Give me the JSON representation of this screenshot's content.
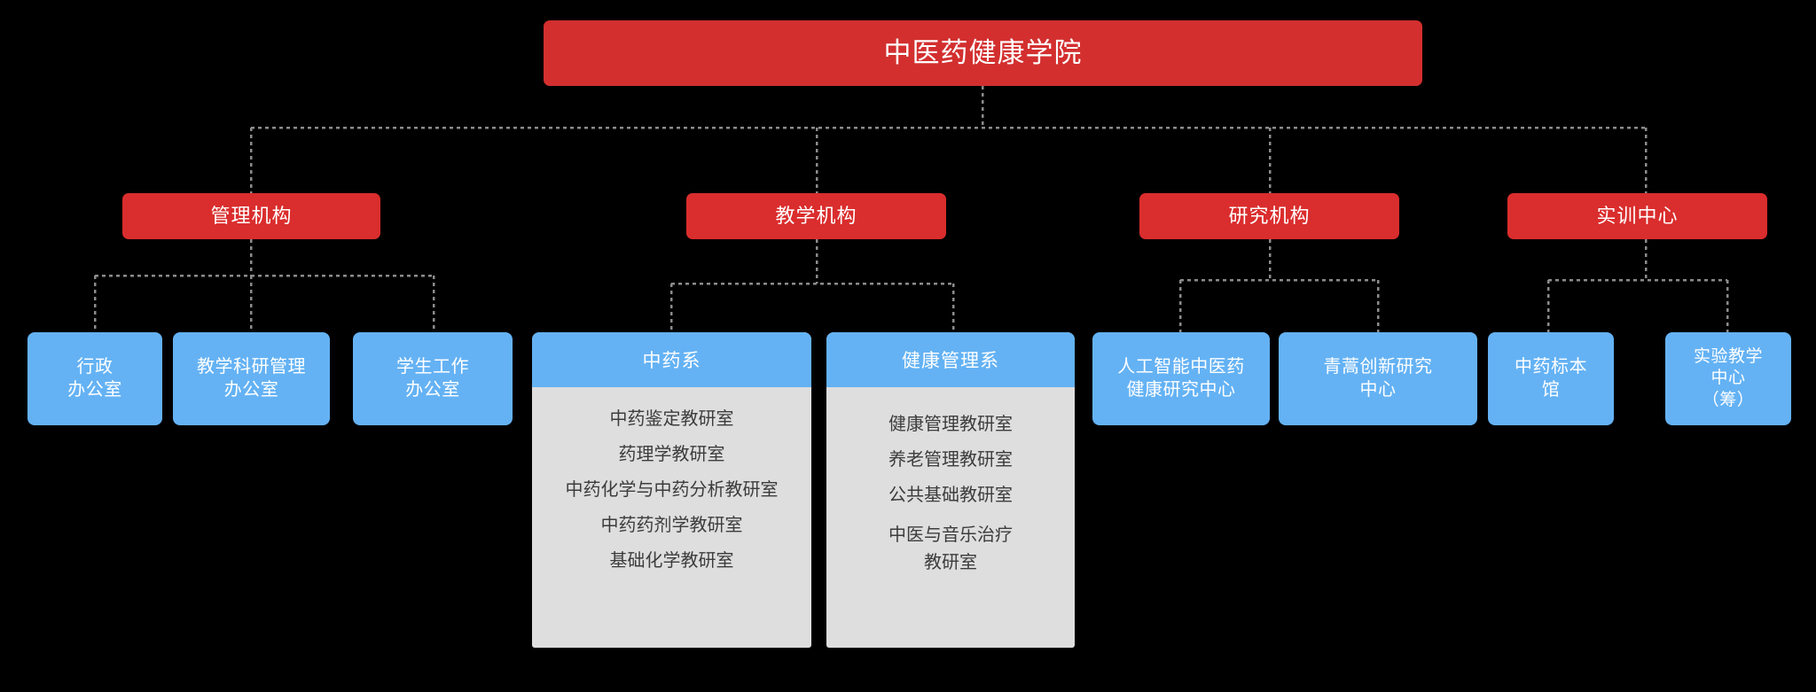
{
  "theme": {
    "background": "#000000",
    "root_color": "#d32f2f",
    "category_color": "#da2d2d",
    "leaf_color": "#64b2f4",
    "panel_color": "#dedede",
    "connector_color": "#8c8c8c",
    "text_on_color": "#ffffff",
    "panel_text_color": "#3c3c3c"
  },
  "chart_type": "org-chart",
  "root": {
    "label": "中医药健康学院"
  },
  "categories": [
    {
      "id": "admin",
      "label": "管理机构"
    },
    {
      "id": "teaching",
      "label": "教学机构"
    },
    {
      "id": "research",
      "label": "研究机构"
    },
    {
      "id": "training",
      "label": "实训中心"
    }
  ],
  "admin_units": [
    {
      "label": "行政\n办公室"
    },
    {
      "label": "教学科研管理\n办公室"
    },
    {
      "label": "学生工作\n办公室"
    }
  ],
  "departments": [
    {
      "name": "中药系",
      "rooms": [
        "中药鉴定教研室",
        "药理学教研室",
        "中药化学与中药分析教研室",
        "中药药剂学教研室",
        "基础化学教研室"
      ]
    },
    {
      "name": "健康管理系",
      "rooms": [
        "健康管理教研室",
        "养老管理教研室",
        "公共基础教研室",
        "中医与音乐治疗\n教研室"
      ]
    }
  ],
  "research_units": [
    {
      "label": "人工智能中医药\n健康研究中心"
    },
    {
      "label": "青蒿创新研究\n中心"
    }
  ],
  "training_units": [
    {
      "label": "中药标本\n馆"
    },
    {
      "label": "实验教学\n中心\n（筹）"
    }
  ]
}
